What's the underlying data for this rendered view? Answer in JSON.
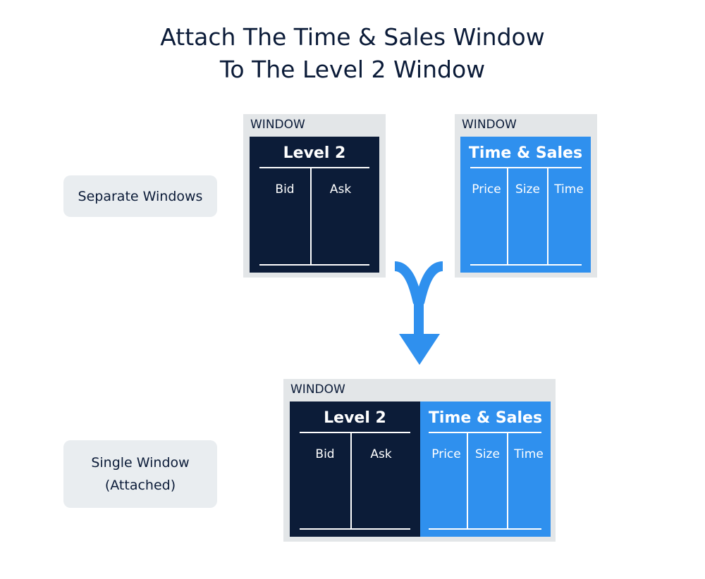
{
  "title": {
    "line1": "Attach The Time & Sales Window",
    "line2": "To The Level 2 Window"
  },
  "labels": {
    "separate": "Separate Windows",
    "single_line1": "Single Window",
    "single_line2": "(Attached)"
  },
  "window_label": "WINDOW",
  "level2": {
    "title": "Level 2",
    "columns": [
      "Bid",
      "Ask"
    ]
  },
  "time_sales": {
    "title": "Time & Sales",
    "columns": [
      "Price",
      "Size",
      "Time"
    ]
  },
  "colors": {
    "dark_panel": "#0c1c38",
    "blue_panel": "#2f90ee",
    "window_frame": "#e3e6e8",
    "arrow": "#2f90ee"
  }
}
